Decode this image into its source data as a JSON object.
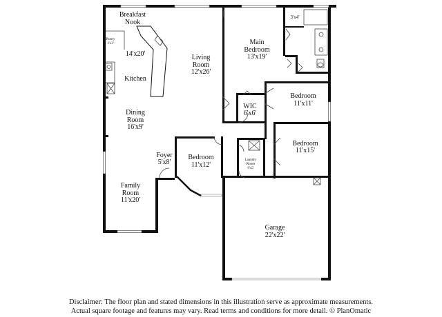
{
  "rooms": {
    "breakfast": {
      "name_line1": "Breakfast",
      "name_line2": "Nook"
    },
    "pantry": {
      "name": "Pantry",
      "dims": "3'x3'"
    },
    "kitchen": {
      "dims": "14'x20'",
      "name": "Kitchen"
    },
    "living": {
      "name_line1": "Living",
      "name_line2": "Room",
      "dims": "12'x26'"
    },
    "main_bedroom": {
      "name_line1": "Main",
      "name_line2": "Bedroom",
      "dims": "13'x19'"
    },
    "closet_small": {
      "dims": "3'x4'"
    },
    "wic": {
      "name": "WIC",
      "dims": "6'x6'"
    },
    "bedroom_ne": {
      "name": "Bedroom",
      "dims": "11'x11'"
    },
    "dining": {
      "name_line1": "Dining",
      "name_line2": "Room",
      "dims": "16'x9'"
    },
    "foyer": {
      "name": "Foyer",
      "dims": "5'x8'"
    },
    "bedroom_center": {
      "name": "Bedroom",
      "dims": "11'x12'"
    },
    "laundry": {
      "name_line1": "Laundry",
      "name_line2": "Room",
      "dims": "6'x5'"
    },
    "bedroom_e": {
      "name": "Bedroom",
      "dims": "11'x15'"
    },
    "family": {
      "name_line1": "Family",
      "name_line2": "Room",
      "dims": "11'x20'"
    },
    "garage": {
      "name": "Garage",
      "dims": "22'x22'"
    }
  },
  "disclaimer": {
    "line1": "Disclaimer: The floor plan and stated dimensions in this illustration serve as approximate measurements.",
    "line2": "Actual square footage and features may vary. Read terms and conditions for more detail. © PlanOmatic"
  }
}
